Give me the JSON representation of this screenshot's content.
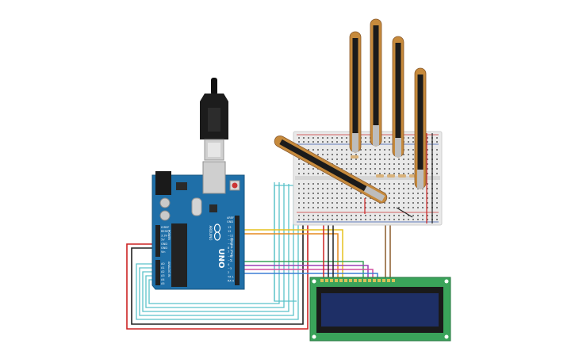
{
  "arduino": {
    "uno_label": "UNO",
    "arduino_label": "ARDUINO",
    "digital_label": "DIGITAL (PWM ~)",
    "power_label": "POWER",
    "analog_label": "ANALOG IN",
    "aref_label": "AREF",
    "gnd_label": "GND",
    "power_pins": [
      "IOREF",
      "RESET",
      "3.3V",
      "5V",
      "GND",
      "GND",
      "Vin"
    ],
    "analog_pins": [
      "A0",
      "A1",
      "A2",
      "A3",
      "A4",
      "A5"
    ],
    "digital_pins": [
      "13",
      "12",
      "~11",
      "~10",
      "~9",
      "8",
      "7",
      "~6",
      "~5",
      "4",
      "~3",
      "2",
      "TX 1",
      "RX 0"
    ],
    "board_color": "#1f6fa8",
    "header_color": "#222222"
  },
  "lcd": {
    "pcb_color": "#3aa35a",
    "screen_color": "#1e2f66",
    "screen_text": ""
  },
  "breadboard": {
    "body_color": "#e9e9e9",
    "rail_red": "#cc3333",
    "rail_blue": "#3355aa"
  },
  "flex_sensors": {
    "count": 5,
    "color": "#c68a3c"
  },
  "wire_colors": {
    "red": "#cc2222",
    "black": "#222222",
    "cyan": "#5bc2c9",
    "yellow": "#e6c21f",
    "orange": "#e68a1f",
    "green": "#3aa35a",
    "purple": "#9b3fb5",
    "brown": "#8a5a2b"
  }
}
